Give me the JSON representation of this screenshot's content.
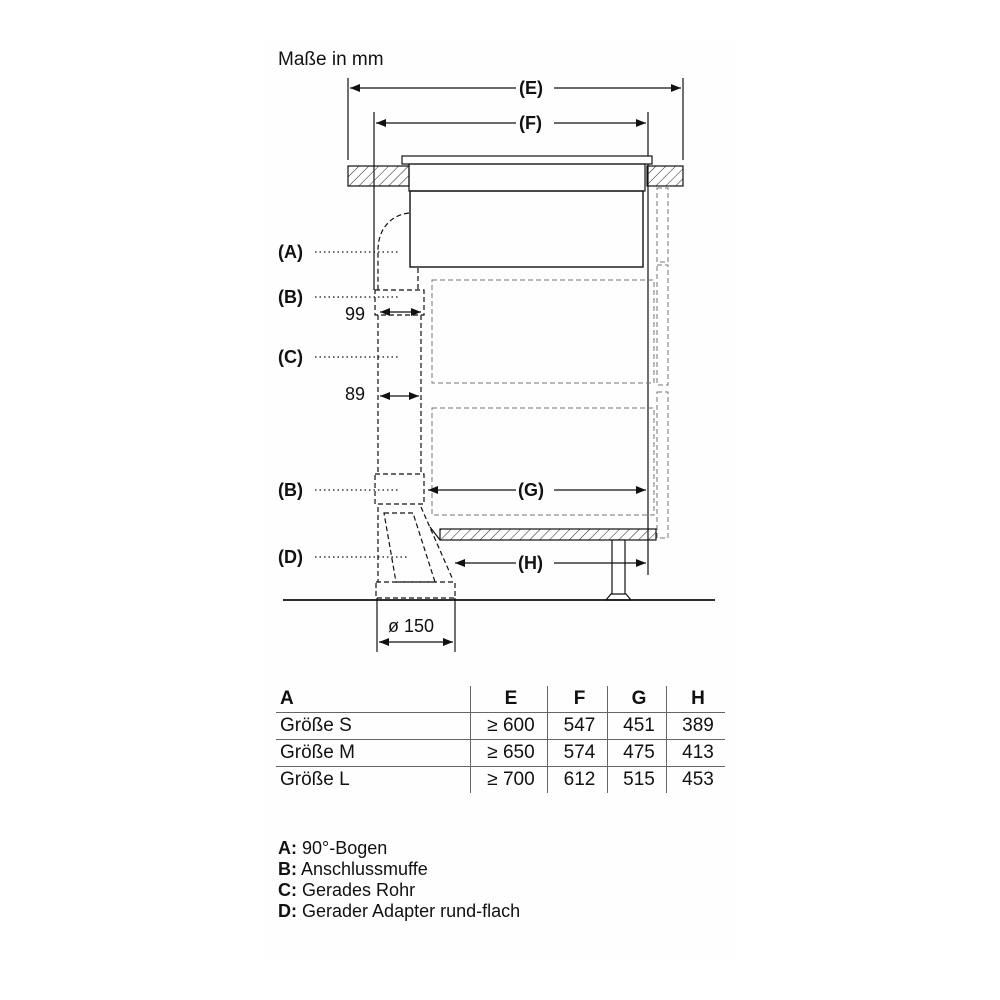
{
  "title": "Maße in mm",
  "dimensions": {
    "E": "(E)",
    "F": "(F)",
    "G": "(G)",
    "H": "(H)",
    "d99": "99",
    "d89": "89",
    "diameter": "ø 150"
  },
  "parts_labels": {
    "A": "(A)",
    "B1": "(B)",
    "C": "(C)",
    "B2": "(B)",
    "D": "(D)"
  },
  "table": {
    "headers": [
      "A",
      "E",
      "F",
      "G",
      "H"
    ],
    "rows": [
      [
        "Größe S",
        "≥ 600",
        "547",
        "451",
        "389"
      ],
      [
        "Größe M",
        "≥ 650",
        "574",
        "475",
        "413"
      ],
      [
        "Größe L",
        "≥ 700",
        "612",
        "515",
        "453"
      ]
    ]
  },
  "legend": [
    {
      "key": "A:",
      "text": "90°-Bogen"
    },
    {
      "key": "B:",
      "text": "Anschlussmuffe"
    },
    {
      "key": "C:",
      "text": "Gerades Rohr"
    },
    {
      "key": "D:",
      "text": "Gerader Adapter rund-flach"
    }
  ]
}
